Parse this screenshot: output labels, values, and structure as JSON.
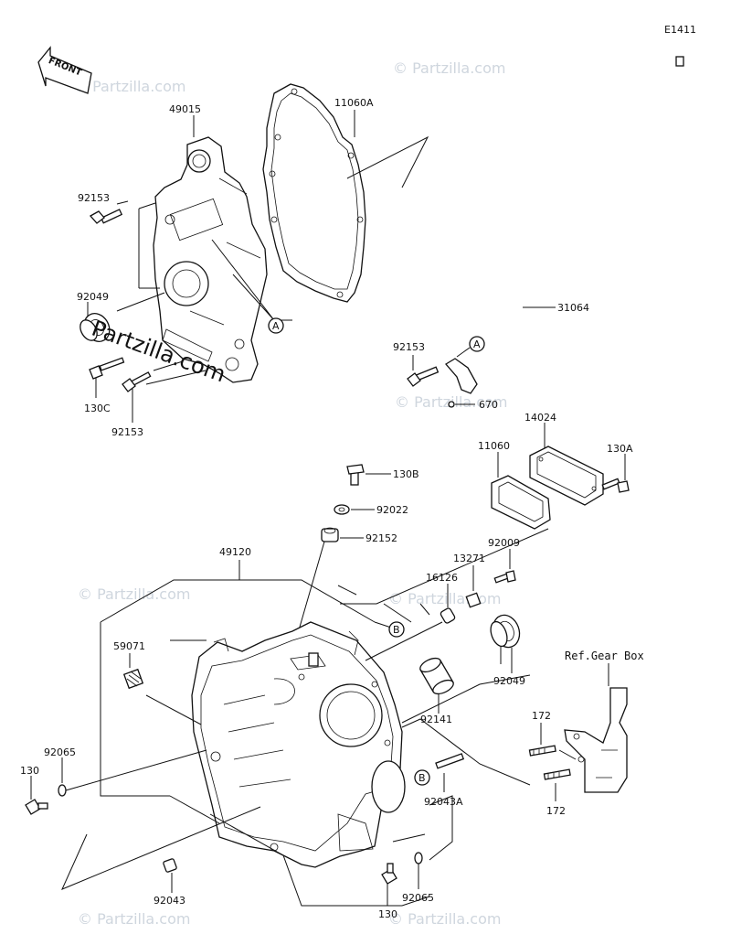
{
  "diagram": {
    "code": "E1411",
    "front_label": "FRONT",
    "ref_text": "Ref.Gear Box",
    "watermark_main": "Partzilla.com",
    "watermark": "© Partzilla.com",
    "callouts": {
      "a": "A",
      "b": "B"
    },
    "parts": {
      "p49015": "49015",
      "p11060A": "11060A",
      "p92153_top": "92153",
      "p92049_top": "92049",
      "p130C": "130C",
      "p92153_bot": "92153",
      "p31064": "31064",
      "p92153_mid": "92153",
      "p670": "670",
      "p14024": "14024",
      "p11060": "11060",
      "p130A": "130A",
      "p130B": "130B",
      "p92022": "92022",
      "p92152": "92152",
      "p49120": "49120",
      "p92009": "92009",
      "p13271": "13271",
      "p16126": "16126",
      "p59071": "59071",
      "p92049_bot": "92049",
      "p92141": "92141",
      "p172_top": "172",
      "p172_bot": "172",
      "p92065_left": "92065",
      "p130_left": "130",
      "p92043A": "92043A",
      "p92043": "92043",
      "p130_bot": "130",
      "p92065_bot": "92065"
    }
  }
}
